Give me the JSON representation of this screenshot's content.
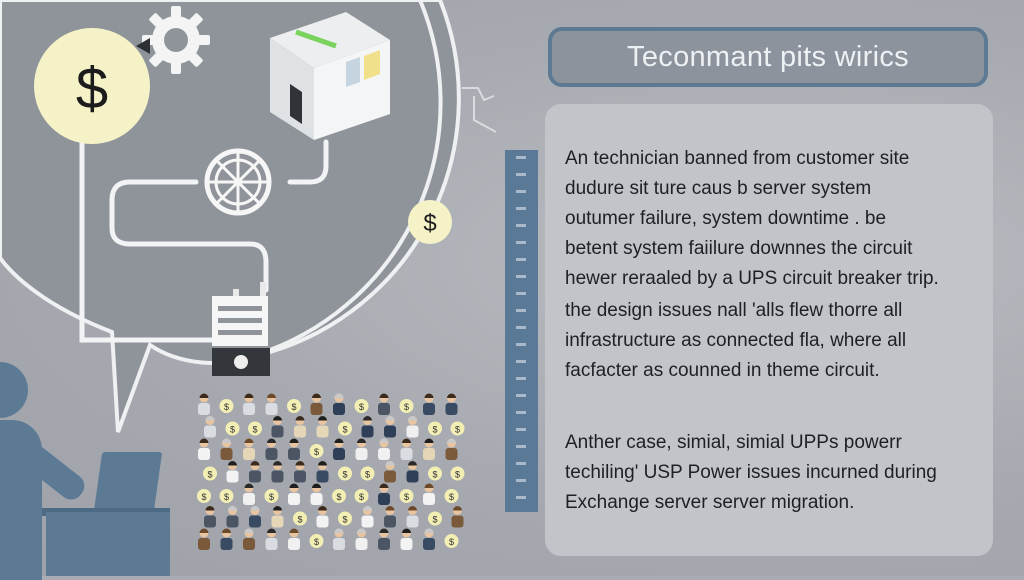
{
  "title": "Teconmant pits wirics",
  "paragraphs": [
    "An technician banned from customer site\ndudure sit ture caus b server system\noutumer failure, system downtime . be\nbetent system faiilure downnes the circuit\nhewer reraaled by a UPS circuit breaker trip.",
    "the design issues nall 'alls flew thorre all\ninfrastructure as connected fla, where all\nfacfacter as counned in theme circuit.",
    "Anther case, simial, simial UPPs powerr\ntechiling' USP Power issues incurned during\nExchange server server migration."
  ],
  "icons": {
    "coin_large": "$",
    "coin_small": "$"
  },
  "colors": {
    "background": "#a9adb3",
    "accent_blue": "#5a7996",
    "panel": "#c1c4c9",
    "coin": "#f4f2c6",
    "line": "#f2f3f5"
  }
}
